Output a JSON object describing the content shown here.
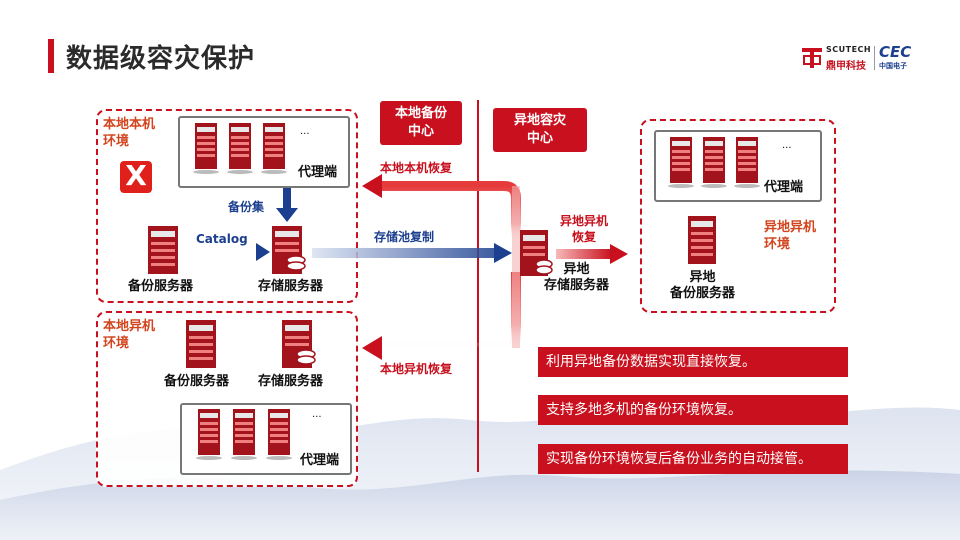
{
  "title": "数据级容灾保护",
  "logo": {
    "brand_en": "SCUTECH",
    "brand_cn": "鼎甲科技",
    "partner_en": "CEC",
    "partner_cn": "中国电子"
  },
  "centers": {
    "local": "本地备份\n中心",
    "remote": "异地容灾\n中心"
  },
  "zones": {
    "local_host_env": "本地本机\n环境",
    "local_other_env": "本地异机\n环境",
    "remote_other_env": "异地异机\n环境"
  },
  "labels": {
    "agent": "代理端",
    "ellipsis": "...",
    "backup_set": "备份集",
    "catalog": "Catalog",
    "backup_server": "备份服务器",
    "storage_server": "存储服务器",
    "remote_storage_server": "异地\n存储服务器",
    "remote_backup_server": "异地\n备份服务器",
    "local_host_restore": "本地本机恢复",
    "pool_replication": "存储池复制",
    "remote_other_restore": "异地异机\n恢复",
    "local_other_restore": "本地异机恢复",
    "failure_mark": "X"
  },
  "notes": [
    "利用异地备份数据实现直接恢复。",
    "支持多地多机的备份环境恢复。",
    "实现备份环境恢复后备份业务的自动接管。"
  ],
  "colors": {
    "accent_red": "#c8101e",
    "label_orange": "#d2451e",
    "flow_blue": "#1c3f8f"
  }
}
